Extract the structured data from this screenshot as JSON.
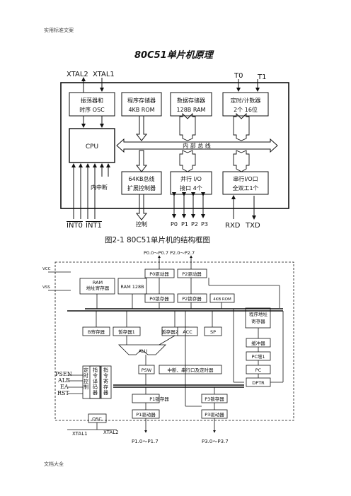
{
  "header": "实用标准文案",
  "footer": "文档大全",
  "title": "80C51单片机原理",
  "fig1": {
    "caption": "图2-1 80C51单片机的结构框图",
    "pins": {
      "xtal2": "XTAL2",
      "xtal1": "XTAL1",
      "t0": "T0",
      "t1": "T1",
      "int0": "INT0",
      "int1": "INT1",
      "rxd": "RXD",
      "txd": "TXD",
      "control": "控制",
      "p0": "P0",
      "p1": "P1",
      "p2": "P2",
      "p3": "P3"
    },
    "blocks": {
      "osc_l1": "振荡器和",
      "osc_l2": "时序 OSC",
      "prog_l1": "程序存储器",
      "prog_l2": "4KB ROM",
      "data_l1": "数据存储器",
      "data_l2": "128B RAM",
      "timer_l1": "定时/计数器",
      "timer_l2": "2个 16位",
      "cpu": "CPU",
      "bus": "内 部 总 线",
      "ext_l1": "64KB总线",
      "ext_l2": "扩展控制器",
      "pio_l1": "并行 I/O",
      "pio_l2": "接口 4个",
      "serial_l1": "串行I/O口",
      "serial_l2": "全双工1个",
      "interrupt": "内中断"
    }
  },
  "fig2": {
    "top_label": "P0.0～P0.7   P2.0～P2.7",
    "vcc": "VCC",
    "vss": "VSS",
    "ram_l1": "RAM",
    "ram_l2": "地址寄存器",
    "ram128": "RAM 128B",
    "p0_drv": "P0驱动器",
    "p2_drv": "P2驱动器",
    "p0_latch": "P0锁存器",
    "p2_latch": "P2锁存器",
    "rom": "4KB ROM",
    "pc_addr_l1": "程序地址",
    "pc_addr_l2": "寄存器",
    "b_reg": "B寄存器",
    "tmp1": "暂存器1",
    "tmp2": "暂存器2",
    "acc": "ACC",
    "sp": "SP",
    "alu": "ALU",
    "psw": "PSW",
    "irq_timer": "中断、串行口及定时器",
    "buffer": "缓冲器",
    "pc_inc": "PC增1",
    "pc": "PC",
    "dptr": "DPTR",
    "psen": "PSEN",
    "ale": "ALE",
    "ea": "EA",
    "rst": "RST",
    "timing_ctrl": "定时控制",
    "ir_decoder": "指令译码器",
    "ir": "指令寄存器",
    "p1_latch": "P1锁存器",
    "p1_drv": "P1驱动器",
    "p3_latch": "P3锁存器",
    "p3_drv": "P3驱动器",
    "osc": "OSC",
    "xtal1": "XTAL1",
    "xtal2": "XTAL2",
    "p1_range": "P1.0～P1.7",
    "p3_range": "P3.0～P3.7"
  }
}
